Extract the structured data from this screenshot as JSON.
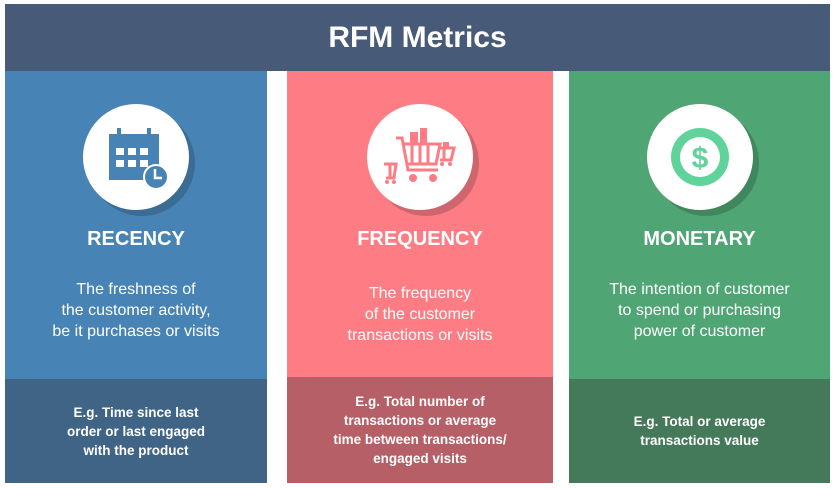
{
  "title": "RFM Metrics",
  "colors": {
    "header": "#475a78",
    "recency": "#4784b5",
    "frequency": "#fe7d85",
    "monetary": "#4fa574"
  },
  "metrics": [
    {
      "name": "RECENCY",
      "icon": "calendar-clock-icon",
      "description": [
        "The freshness of",
        "the customer activity,",
        "be it purchases or visits"
      ],
      "example": [
        "E.g. Time since last",
        "order or last engaged",
        "with the product"
      ]
    },
    {
      "name": "FREQUENCY",
      "icon": "shopping-carts-icon",
      "description": [
        "The frequency",
        "of the customer",
        "transactions or visits"
      ],
      "example": [
        "E.g. Total number of",
        "transactions or average",
        "time between transactions/",
        "engaged visits"
      ]
    },
    {
      "name": "MONETARY",
      "icon": "dollar-coin-icon",
      "description": [
        "The intention of customer",
        "to spend or purchasing",
        "power of customer"
      ],
      "example": [
        "E.g. Total or average",
        "transactions value"
      ]
    }
  ]
}
